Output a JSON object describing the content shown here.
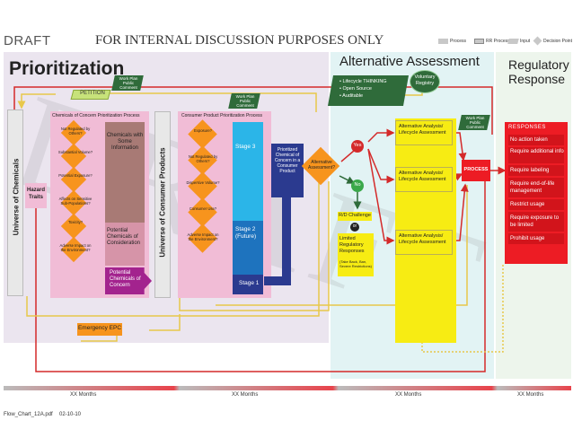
{
  "header": {
    "draft_label": "DRAFT",
    "notice": "FOR INTERNAL DISCUSSION PURPOSES ONLY",
    "legend": {
      "process": "Process",
      "rr_process": "RR Process",
      "input": "Input",
      "decision_point": "Decision Point"
    }
  },
  "sections": {
    "prioritization": "Prioritization",
    "alternative_assessment": "Alternative Assessment",
    "regulatory_response": "Regulatory Response"
  },
  "watermark": "DRAFT",
  "work_plan": "Work Plan Public Comment",
  "petition": "PETITION",
  "universe_chemicals": "Universe of Chemicals",
  "hazard_traits": "Hazard Traits",
  "universe_consumer_products": "Universe of Consumer Products",
  "chemicals_process": {
    "title": "Chemicals of Concern Prioritization Process",
    "diamonds": [
      "Not Regulated by Others?",
      "Substantial Volume?",
      "Potential Exposure?",
      "Affects on Sensitive Sub-Populations?",
      "Toxicity?",
      "Adverse Impact on the Environment?"
    ],
    "some_info": "Chemicals with Some Information",
    "pcc": "Potential Chemicals of Consideration",
    "pcoc": "Potential Chemicals of Concern"
  },
  "product_process": {
    "title": "Consumer Product Prioritization Process",
    "diamonds": [
      "Exposure?",
      "Not Regulated by Others?",
      "Dispersive Volume?",
      "Consumer Use?",
      "Adverse Impact on the Environment?"
    ],
    "stage3": "Stage 3",
    "stage2": "Stage 2 (Future)",
    "stage1": "Stage 1"
  },
  "prioritized_box": "Prioritized Chemical of Concern in a Consumer Product",
  "alt_decision": "Alternative Assessment?",
  "yes": "Yes",
  "no": "No",
  "rd_challenge": "R/D Challenge",
  "or": "or",
  "limited_title": "Limited Regulatory Responses",
  "limited_sub": "(Take Back, Ban, Severe Restrictions)",
  "lifecycle_list": [
    "Lifecycle THINKING",
    "Open Source",
    "Auditable"
  ],
  "voluntary": "Voluntary Registry",
  "alt_analysis": "Alternative Analysis/ Lifecycle Assessment",
  "process": "PROCESS",
  "responses": {
    "title": "RESPONSES",
    "items": [
      "No action taken",
      "Require additional info",
      "Require labeling",
      "Require end-of-life management",
      "Restrict usage",
      "Require exposure to be limited",
      "Prohibit usage"
    ]
  },
  "emergency": "Emergency EPC",
  "timeline": [
    "XX Months",
    "XX Months",
    "XX Months",
    "XX Months"
  ],
  "footer": {
    "file": "Flow_Chart_12A.pdf",
    "date": "02-10-10"
  },
  "colors": {
    "prioritization_bg": "#ece6f0",
    "alt_bg": "#e3f4f6",
    "reg_bg": "#eef6ee",
    "pink": "#f1bcd6",
    "orange": "#f7941d",
    "yellow": "#f7ec13",
    "green": "#2f6b3a",
    "navy": "#2b3a8f",
    "red": "#ed1c24",
    "purple": "#a3238e",
    "cyan": "#2bb5e8"
  }
}
